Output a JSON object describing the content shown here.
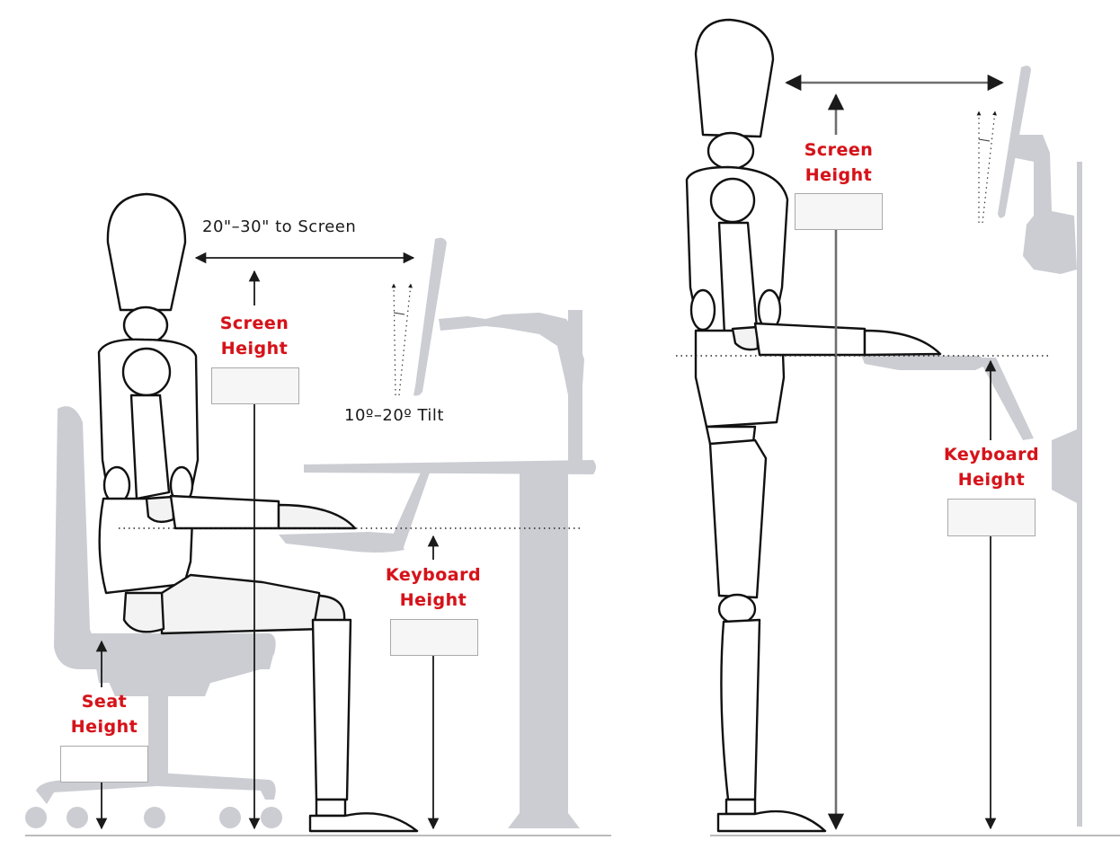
{
  "title": "Ergonomic workstation setup: seated and standing",
  "colors": {
    "label_red": "#d5121b",
    "furniture_gray": "#cbcdd2",
    "outline_black": "#111111",
    "value_box_fill": "#f6f6f6",
    "value_box_border": "#a9a9a9"
  },
  "seated": {
    "distance_label": "20\"–30\" to Screen",
    "tilt_label": "10º–20º Tilt",
    "screen_height": {
      "line1": "Screen",
      "line2": "Height",
      "value": ""
    },
    "keyboard_height": {
      "line1": "Keyboard",
      "line2": "Height",
      "value": ""
    },
    "seat_height": {
      "line1": "Seat",
      "line2": "Height",
      "value": ""
    }
  },
  "standing": {
    "screen_height": {
      "line1": "Screen",
      "line2": "Height",
      "value": ""
    },
    "keyboard_height": {
      "line1": "Keyboard",
      "line2": "Height",
      "value": ""
    }
  }
}
